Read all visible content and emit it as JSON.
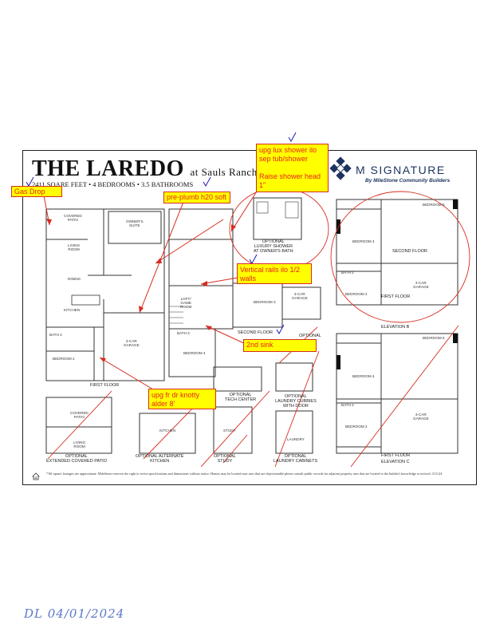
{
  "header": {
    "plan_name": "THE LAREDO",
    "community": "at Sauls Ranch",
    "specs": "2411 SQARE FEET • 4 BEDROOMS • 3.5 BATHROOMS",
    "brand": "M SIGNATURE",
    "brand_tagline": "By MileStone Community Builders"
  },
  "room_labels": {
    "covered_patio": "COVERED\nPATIO",
    "owners_suite": "OWNER'S\nSUITE",
    "living_room": "LIVING\nROOM",
    "dining": "DINING",
    "kitchen": "KITCHEN",
    "bath2": "BATH 2",
    "bedroom2": "BEDROOM 2",
    "garage3": "3-CAR\nGARAGE",
    "loft": "LOFT/\nGAME\nROOM",
    "bedroom3": "BEDROOM 3",
    "bedroom4": "BEDROOM 4",
    "bath3": "BATH 3",
    "garage3b": "3-CAR\nGARAGE",
    "second_floor": "SECOND FLOOR",
    "first_floor": "FIRST FLOOR",
    "optional": "OPTIONAL",
    "garage_b": "3-CAR\nGARAGE",
    "bedroom4b": "BEDROOM 4",
    "bedroom2b": "BEDROOM 2",
    "bath2b": "BATH 2",
    "bedroom5": "BEDROOM 5",
    "second_floor_b": "SECOND FLOOR",
    "first_floor_b": "FIRST FLOOR",
    "elevation_b": "ELEVATION B",
    "bedroom4c": "BEDROOM 4",
    "bath2c": "BATH 2",
    "bedroom2c": "BEDROOM 2",
    "garage_c": "3-CAR\nGARAGE",
    "bedroom5c": "BEDROOM 5",
    "first_floor_c": "FIRST FLOOR",
    "elevation_c": "ELEVATION C",
    "patio_opt": "COVERED\nPATIO",
    "living_opt": "LIVING\nROOM",
    "kitchen_opt": "KITCHEN",
    "study": "STUDY",
    "laundry": "LAUNDRY"
  },
  "captions": {
    "luxury_shower": "OPTIONAL\nLUXURY SHOWER\nAT OWNER'S BATH",
    "tech_center": "OPTIONAL\nTECH CENTER",
    "laundry_cubbies": "OPTIONAL\nLAUNDRY CUBBIES\nWITH DOOR",
    "ext_patio": "OPTIONAL\nEXTENDED COVERED PATIO",
    "alt_kitchen": "OPTIONAL ALTERNATE\nKITCHEN",
    "study": "OPTIONAL\nSTUDY",
    "laundry_cabinets": "OPTIONAL\nLAUNDRY CABINETS"
  },
  "disclaimer": "*All square footages are approximate. MileStone reserves the right to revise specifications and dimensions without notice. Homes may be located near uses that are objectionable please consult public records for adjacent property uses that are located to the builder's knowledge or noticed. 3/11/24",
  "annotations": {
    "gas_drop": "Gas Drop",
    "pre_plumb": "pre-plumb h20 soft",
    "lux_shower": "upg lux shower ilo sep tub/shower\n\nRaise shower head 1\"",
    "vertical_rails": "Vertical rails ilo 1/2 walls",
    "second_sink": "2nd sink",
    "front_door": "upg fr dr knotty alder 8'"
  },
  "handwriting": "DL 04/01/2024",
  "colors": {
    "note_fill": "#ffff00",
    "note_text": "#e8231b",
    "arrow": "#d62d20",
    "check": "#1a1ab0",
    "brand": "#1d3461"
  }
}
